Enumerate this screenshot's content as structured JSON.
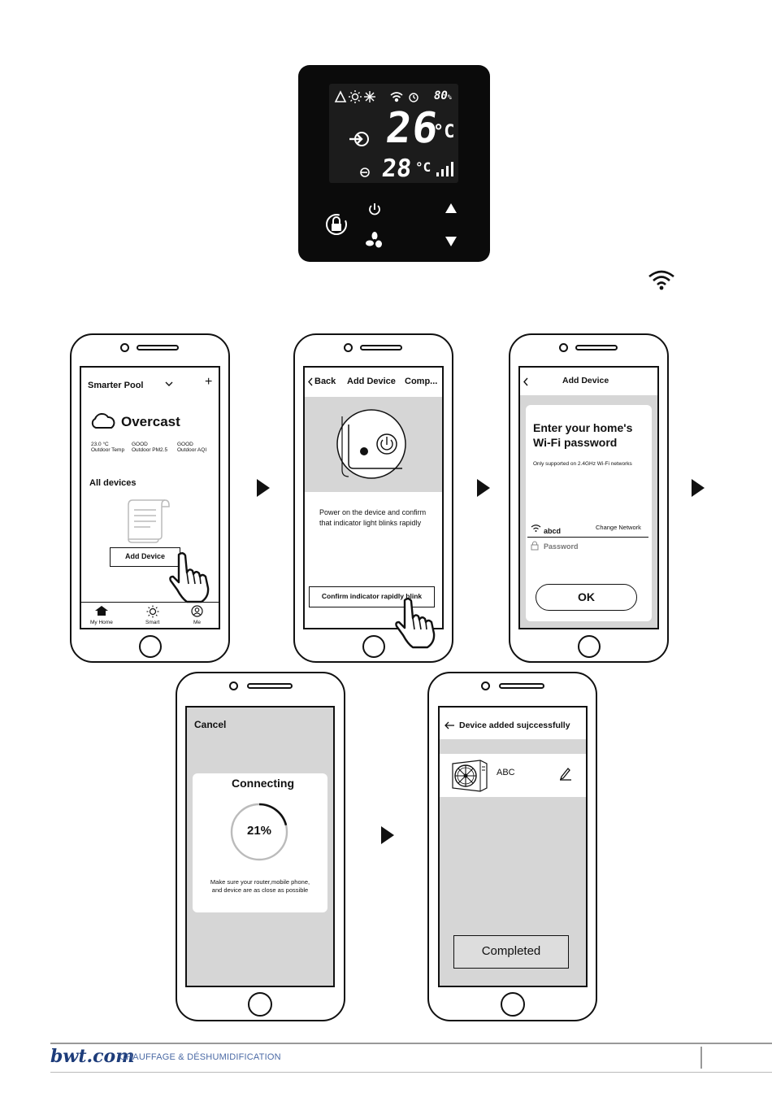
{
  "thermostat": {
    "battery_pct": "80",
    "pct_sign": "%",
    "main_temp": "26",
    "main_unit": "°C",
    "second_temp": "28",
    "second_unit": "°C"
  },
  "phone1": {
    "home_name": "Smarter Pool",
    "weather": "Overcast",
    "stat1_value": "23.0 °C",
    "stat1_label": "Outdoor Temp",
    "stat2_value": "GOOD",
    "stat2_label": "Outdoor PM2.5",
    "stat3_value": "GOOD",
    "stat3_label": "Outdoor AQI",
    "section": "All devices",
    "add_button": "Add Device",
    "nav": [
      "My Home",
      "Smart",
      "Me"
    ]
  },
  "phone2": {
    "back": "Back",
    "title": "Add Device",
    "right": "Comp...",
    "instruction_line1": "Power on the device and confirm",
    "instruction_line2": "that indicator light blinks rapidly",
    "confirm_button": "Confirm indicator rapidly blink"
  },
  "phone3": {
    "title": "Add Device",
    "heading_line1": "Enter your home's",
    "heading_line2": "Wi-Fi password",
    "note": "Only supported on 2.4GHz Wi-Fi networks",
    "network": "abcd",
    "change_network": "Change Network",
    "password_placeholder": "Password",
    "ok": "OK"
  },
  "phone4": {
    "cancel": "Cancel",
    "title": "Connecting",
    "progress_label": "21%",
    "progress": 0.21,
    "note_line1": "Make sure your router,mobile phone,",
    "note_line2": "and device are as close as possible"
  },
  "phone5": {
    "title": "Device added sujccessfully",
    "device_name": "ABC",
    "completed": "Completed"
  },
  "footer": {
    "brand": "bwt.com",
    "text": "CHAUFFAGE & DÉSHUMIDIFICATION"
  }
}
